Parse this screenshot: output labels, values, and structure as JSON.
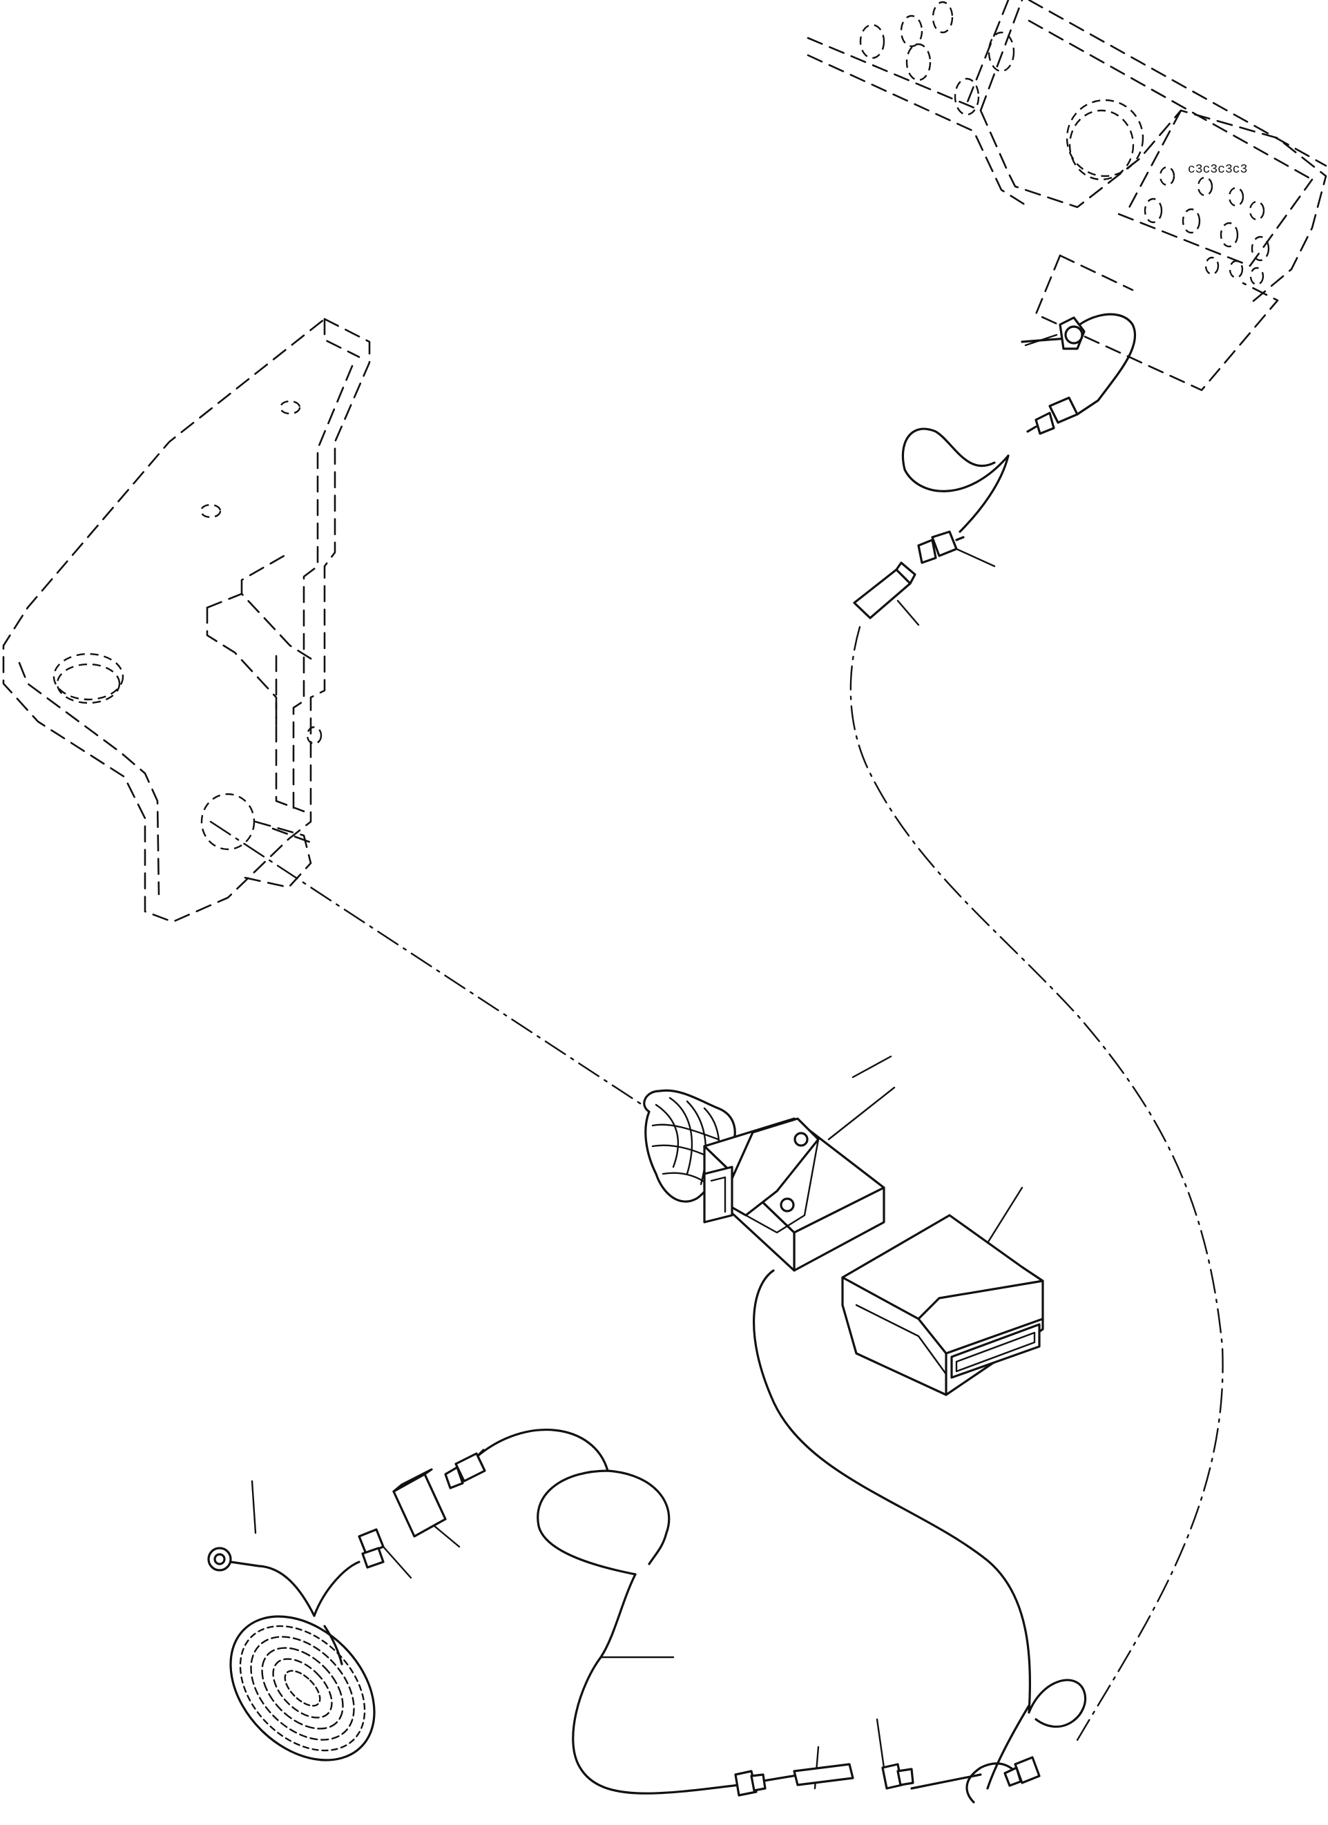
{
  "diagram": {
    "components": [
      {
        "id": "mounting-bracket",
        "style": "phantom"
      },
      {
        "id": "cab-frame-panel",
        "style": "phantom"
      },
      {
        "id": "horn-switch-with-boot",
        "style": "solid"
      },
      {
        "id": "switch-cover",
        "style": "solid"
      },
      {
        "id": "horn-speaker",
        "style": "solid"
      },
      {
        "id": "ring-terminal",
        "style": "solid"
      },
      {
        "id": "wire-harness-upper",
        "style": "solid"
      },
      {
        "id": "wire-harness-lower",
        "style": "solid"
      },
      {
        "id": "wire-harness-main",
        "style": "chain"
      },
      {
        "id": "connector-sleeves",
        "count": 3
      },
      {
        "id": "bullet-connectors",
        "count": 6
      }
    ],
    "colors": {
      "line": "#111111",
      "background": "#ffffff"
    }
  }
}
